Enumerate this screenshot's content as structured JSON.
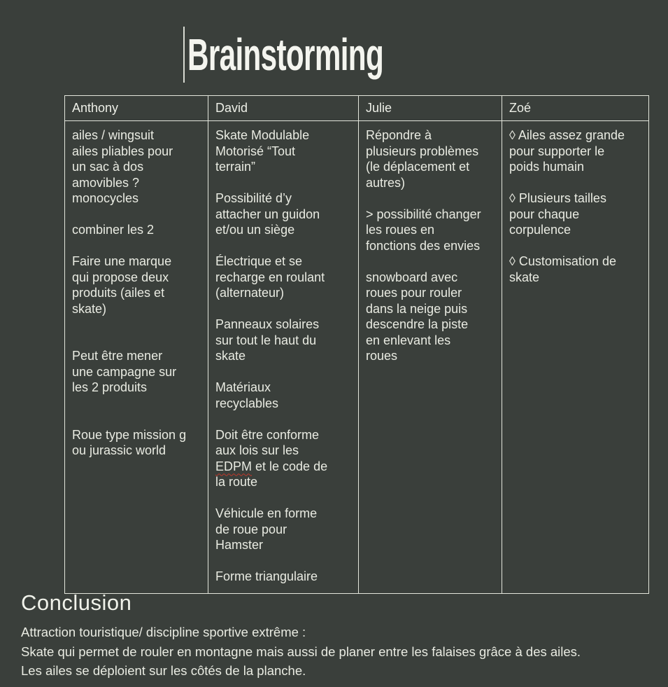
{
  "page": {
    "background_color": "#3a3f3b",
    "text_color": "#e9ebe2",
    "border_color": "#e3e6dc",
    "spellcheck_color": "#c0392b"
  },
  "title": {
    "text": "Brainstorming"
  },
  "table": {
    "misspelled_word": "EDPM",
    "columns": [
      {
        "header": "Anthony",
        "lines": [
          "ailes / wingsuit",
          "ailes pliables pour",
          "un sac à dos",
          "amovibles ?",
          "monocycles",
          "",
          "combiner les 2",
          "",
          "Faire une marque",
          "qui propose deux",
          "produits (ailes et",
          "skate)",
          "",
          "",
          "Peut être mener",
          "une campagne sur",
          "les 2 produits",
          "",
          "",
          "Roue type mission g",
          "ou jurassic world"
        ]
      },
      {
        "header": "David",
        "lines": [
          "Skate Modulable",
          "Motorisé “Tout",
          "terrain”",
          "",
          "Possibilité d’y",
          "attacher un guidon",
          "et/ou un siège",
          "",
          "Électrique et se",
          "recharge en roulant",
          "(alternateur)",
          "",
          "Panneaux solaires",
          "sur tout le haut du",
          "skate",
          "",
          "Matériaux",
          "recyclables",
          "",
          "Doit être conforme",
          "aux lois sur les",
          "EDPM et le code de",
          "la route",
          "",
          "Véhicule en forme",
          "de roue pour",
          "Hamster",
          "",
          "Forme triangulaire"
        ]
      },
      {
        "header": "Julie",
        "lines": [
          "Répondre à",
          "plusieurs problèmes",
          "(le déplacement et",
          "autres)",
          "",
          "> possibilité changer",
          "les roues en",
          "fonctions des envies",
          "",
          "snowboard avec",
          "roues pour rouler",
          "dans la neige puis",
          "descendre la piste",
          "en enlevant les",
          "roues"
        ]
      },
      {
        "header": "Zoé",
        "lines": [
          "◊ Ailes assez grande",
          "pour supporter le",
          "poids humain",
          "",
          "◊ Plusieurs tailles",
          "pour chaque",
          "corpulence",
          "",
          "◊ Customisation de",
          "skate"
        ]
      }
    ]
  },
  "conclusion": {
    "heading": "Conclusion",
    "lines": [
      "Attraction touristique/ discipline sportive extrême :",
      "Skate qui permet de rouler en montagne mais aussi de planer entre les falaises grâce à des ailes.",
      "Les ailes se déploient sur les côtés de la planche."
    ]
  }
}
